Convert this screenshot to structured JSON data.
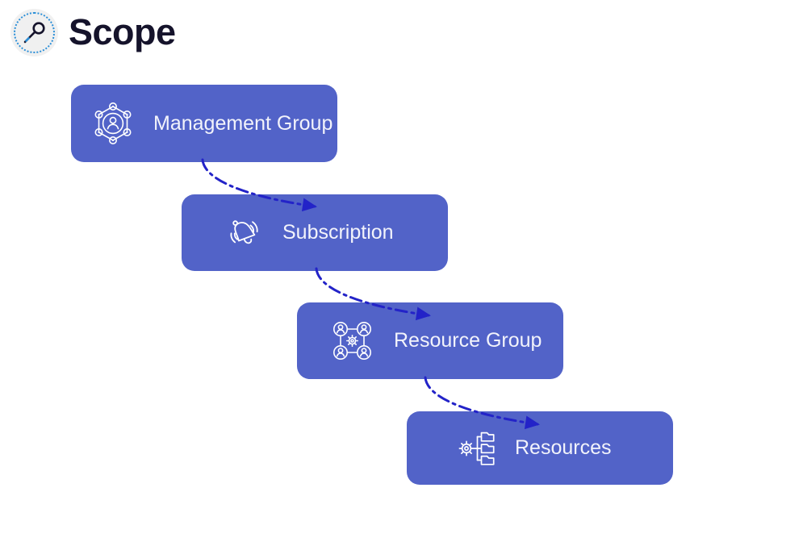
{
  "header": {
    "title": "Scope",
    "icon": "key-icon"
  },
  "colors": {
    "node_fill": "#5263c8",
    "node_text": "#f2f3fb",
    "title_text": "#15132b",
    "arrow": "#2323c8",
    "icon_ring": "#2b8fd8",
    "icon_bg": "#f0f0f0",
    "page_background": "#ffffff"
  },
  "diagram": {
    "type": "hierarchy-flow",
    "orientation": "cascading-down-right",
    "nodes": [
      {
        "id": "management-group",
        "label": "Management Group",
        "icon": "management-group-icon",
        "level": 1
      },
      {
        "id": "subscription",
        "label": "Subscription",
        "icon": "subscription-bell-icon",
        "level": 2
      },
      {
        "id": "resource-group",
        "label": "Resource Group",
        "icon": "resource-group-icon",
        "level": 3
      },
      {
        "id": "resources",
        "label": "Resources",
        "icon": "resources-icon",
        "level": 4
      }
    ],
    "connectors": [
      {
        "from": "management-group",
        "to": "subscription",
        "style": "dash-dot",
        "arrowhead": "filled-triangle"
      },
      {
        "from": "subscription",
        "to": "resource-group",
        "style": "dash-dot",
        "arrowhead": "filled-triangle"
      },
      {
        "from": "resource-group",
        "to": "resources",
        "style": "dash-dot",
        "arrowhead": "filled-triangle"
      }
    ]
  }
}
